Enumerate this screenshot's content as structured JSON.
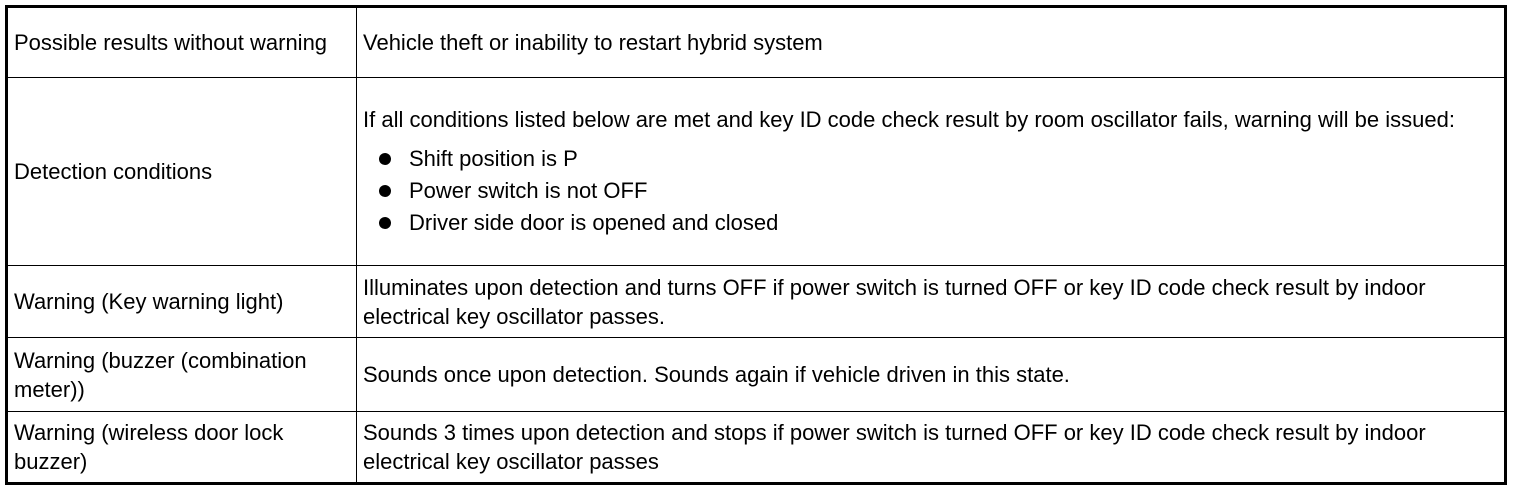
{
  "table": {
    "rows": [
      {
        "label": "Possible results without warning",
        "value": "Vehicle theft or inability to restart hybrid system"
      },
      {
        "label": "Detection conditions",
        "intro": "If all conditions listed below are met and key ID code check result by room oscillator fails, warning will be issued:",
        "bullets": [
          "Shift position is P",
          "Power switch is not OFF",
          "Driver side door is opened and closed"
        ]
      },
      {
        "label": "Warning (Key warning light)",
        "value": "Illuminates upon detection and turns OFF if power switch is turned OFF or key ID code check result by indoor electrical key oscillator passes."
      },
      {
        "label": "Warning (buzzer (combination meter))",
        "value": "Sounds once upon detection. Sounds again if vehicle driven in this state."
      },
      {
        "label": "Warning (wireless door lock buzzer)",
        "value": "Sounds 3 times upon detection and stops if power switch is turned OFF or key ID code check result by indoor electrical key oscillator passes"
      }
    ]
  }
}
